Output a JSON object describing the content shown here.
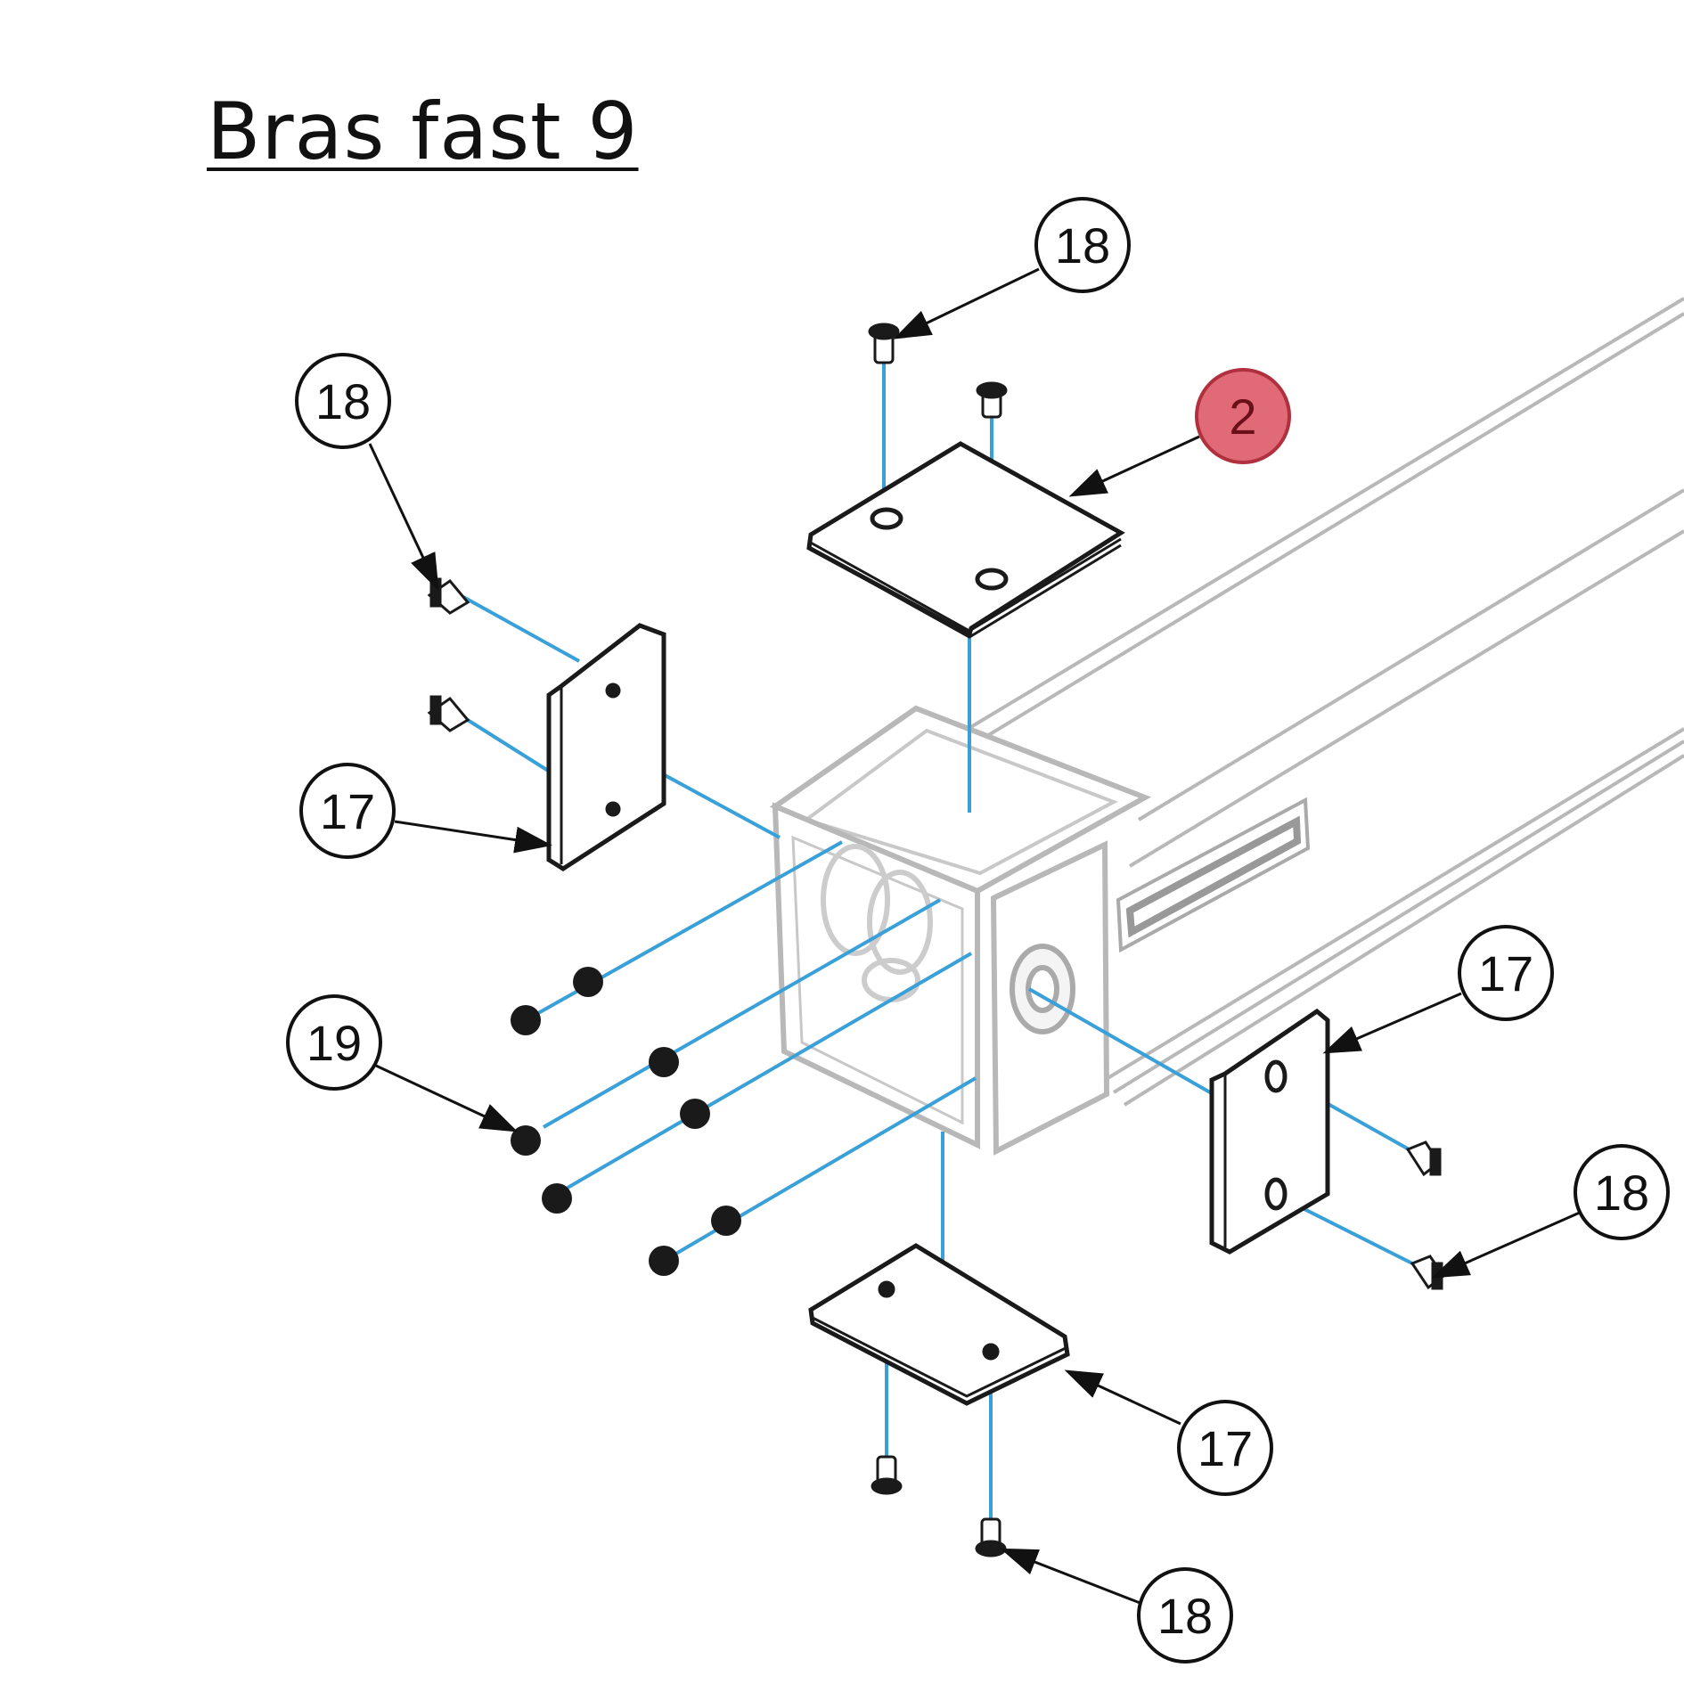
{
  "title": "Bras fast 9",
  "colors": {
    "leader": "#111111",
    "guide": "#3aa0d8",
    "profile": "#b8b8b8",
    "highlight_fill": "#e06a76",
    "highlight_stroke": "#b0303e",
    "part": "#1a1a1a"
  },
  "callouts": [
    {
      "label": "18",
      "highlighted": false
    },
    {
      "label": "2",
      "highlighted": true
    },
    {
      "label": "18",
      "highlighted": false
    },
    {
      "label": "17",
      "highlighted": false
    },
    {
      "label": "19",
      "highlighted": false
    },
    {
      "label": "17",
      "highlighted": false
    },
    {
      "label": "18",
      "highlighted": false
    },
    {
      "label": "17",
      "highlighted": false
    },
    {
      "label": "18",
      "highlighted": false
    }
  ]
}
